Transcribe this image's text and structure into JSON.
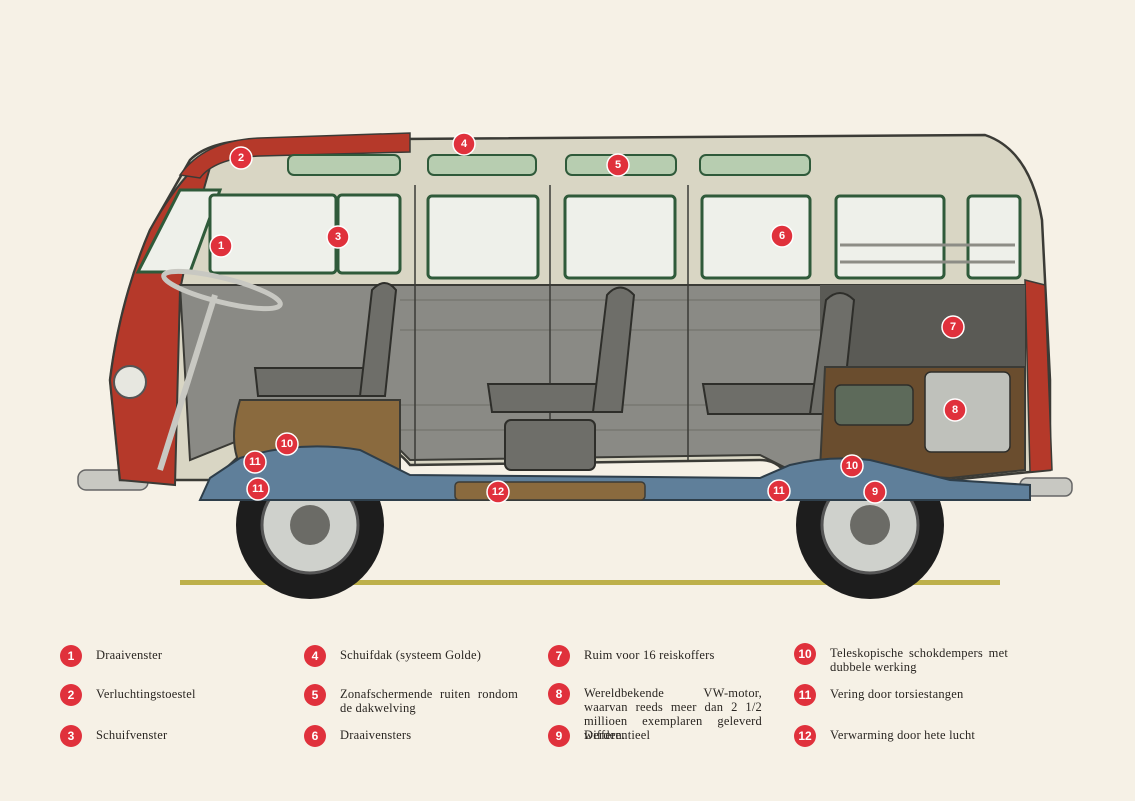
{
  "callouts": [
    {
      "num": "1",
      "label": "Draaivenster"
    },
    {
      "num": "2",
      "label": "Verluchtingstoestel"
    },
    {
      "num": "3",
      "label": "Schuifvenster"
    },
    {
      "num": "4",
      "label": "Schuifdak (systeem Golde)"
    },
    {
      "num": "5",
      "label": "Zonafschermende ruiten rondom de dakwelving"
    },
    {
      "num": "6",
      "label": "Draaivensters"
    },
    {
      "num": "7",
      "label": "Ruim voor 16 reiskoffers"
    },
    {
      "num": "8",
      "label": "Wereldbekende VW-motor, waarvan reeds meer dan 2 1/2 millioen exemplaren geleverd werden."
    },
    {
      "num": "9",
      "label": "Differentieel"
    },
    {
      "num": "10",
      "label": "Teleskopische schokdempers met dubbele werking"
    },
    {
      "num": "11",
      "label": "Vering door torsiestangen"
    },
    {
      "num": "12",
      "label": "Verwarming door hete lucht"
    }
  ],
  "colors": {
    "badge": "#e0313c",
    "body_red": "#b5392a",
    "body_cream": "#d9d6c4",
    "interior_grey": "#8a8a85",
    "chassis_blue": "#5f7f9a",
    "ground_line": "#bdb04a"
  }
}
